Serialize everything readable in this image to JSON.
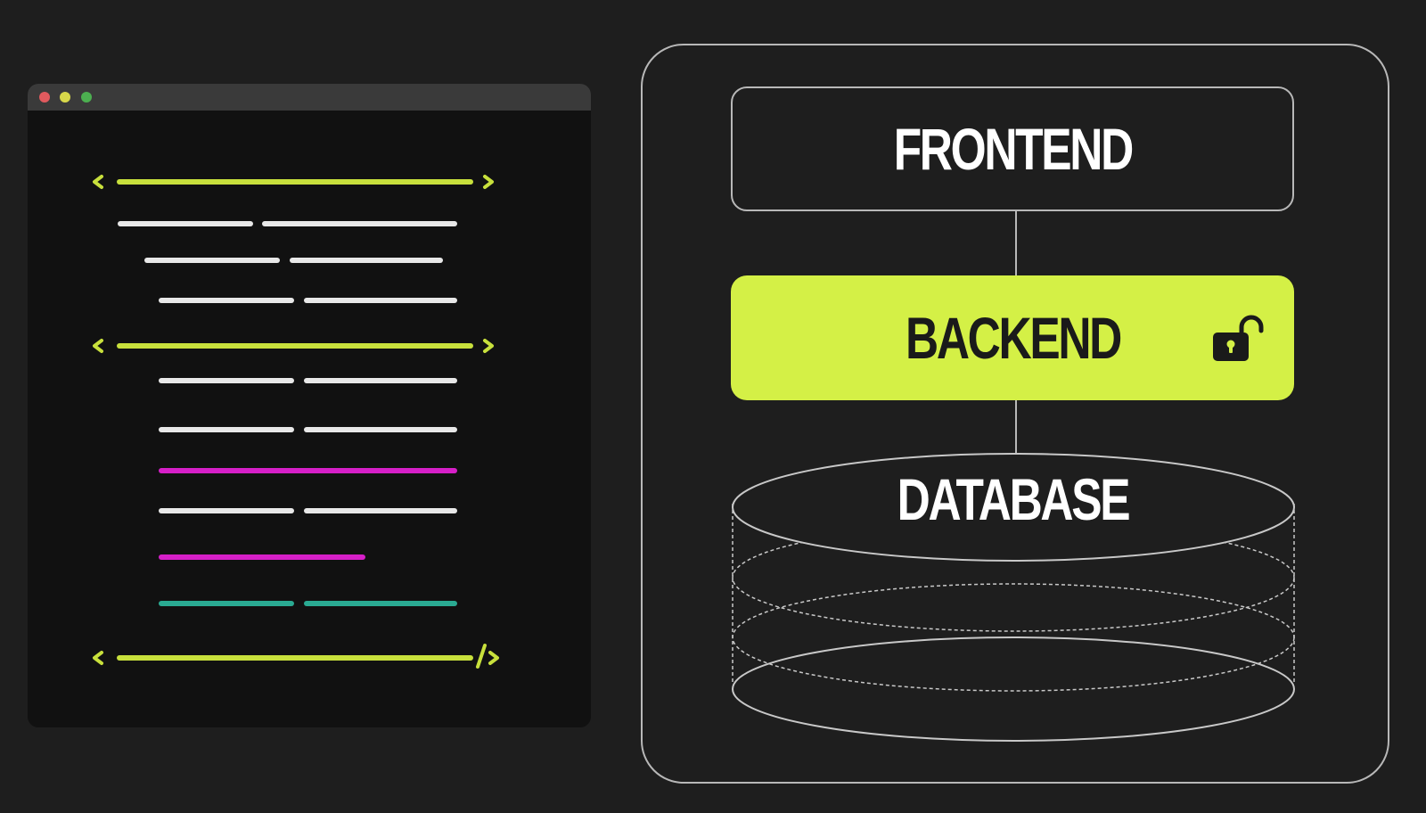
{
  "code_window": {
    "titlebar": {
      "buttons": [
        {
          "name": "close",
          "color": "#e05a5e"
        },
        {
          "name": "minimize",
          "color": "#d8d84a"
        },
        {
          "name": "maximize",
          "color": "#4caf50"
        }
      ]
    },
    "icon": "code-lines-illustration",
    "colors": {
      "tag": "#c8e03c",
      "text": "#e8e8e8",
      "highlight": "#d61fc8",
      "accent": "#2aaa92"
    },
    "tags": [
      "<",
      ">",
      "<",
      ">",
      "<",
      "/>"
    ]
  },
  "architecture": {
    "layers": [
      {
        "id": "frontend",
        "label": "FRONTEND"
      },
      {
        "id": "backend",
        "label": "BACKEND",
        "icon": "unlocked-padlock-icon",
        "color": "#d4f046"
      },
      {
        "id": "database",
        "label": "DATABASE",
        "icon": "cylinder-icon"
      }
    ]
  }
}
